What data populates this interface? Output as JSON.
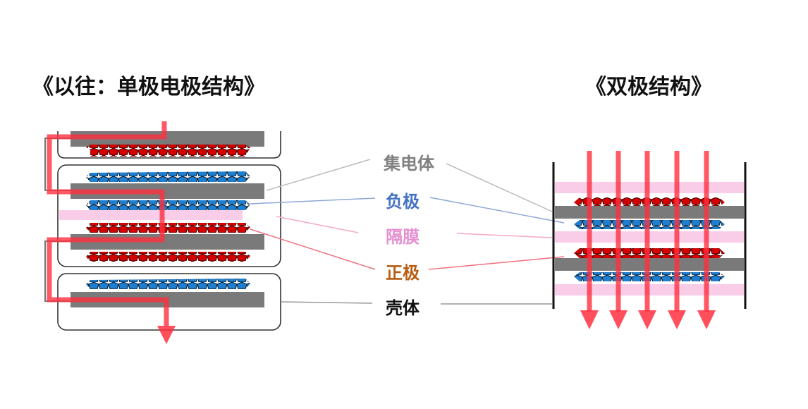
{
  "titles": {
    "left": "《以往：单极电极结构》",
    "right": "《双极结构》"
  },
  "labels": [
    {
      "key": "current_collector",
      "text": "集电体",
      "color": "#808080"
    },
    {
      "key": "negative_electrode",
      "text": "负极",
      "color": "#4472c4"
    },
    {
      "key": "separator",
      "text": "隔膜",
      "color": "#e58fd0"
    },
    {
      "key": "positive_electrode",
      "text": "正极",
      "color": "#b85c12"
    },
    {
      "key": "casing",
      "text": "壳体",
      "color": "#111111"
    }
  ],
  "colors": {
    "collector": "#7a7a7a",
    "positive_particles": "#d40000",
    "negative_particles": "#1e7fd0",
    "separator": "#f8c8e6",
    "current_path": "#ff3040",
    "casing_outline": "#333333"
  },
  "icons": {
    "left_current_arrow": "arrow-down",
    "right_current_arrows": [
      "arrow-down",
      "arrow-down",
      "arrow-down",
      "arrow-down",
      "arrow-down"
    ]
  }
}
